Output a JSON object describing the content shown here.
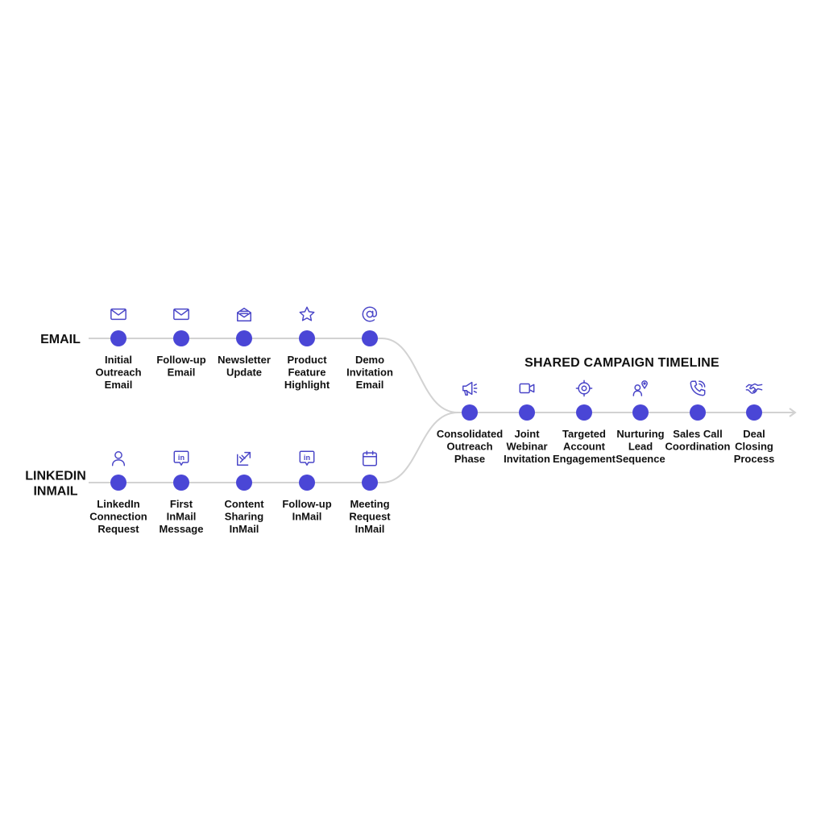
{
  "colors": {
    "accent": "#4a46d6",
    "icon": "#4a46c8",
    "connector": "#d2d2d2",
    "text": "#111111"
  },
  "lanes": {
    "email": {
      "label_lines": [
        "EMAIL"
      ],
      "nodes": [
        {
          "label_lines": [
            "Initial",
            "Outreach",
            "Email"
          ],
          "icon": "mail-icon"
        },
        {
          "label_lines": [
            "Follow-up",
            "Email"
          ],
          "icon": "mail-icon"
        },
        {
          "label_lines": [
            "Newsletter",
            "Update"
          ],
          "icon": "newsletter-icon"
        },
        {
          "label_lines": [
            "Product",
            "Feature",
            "Highlight"
          ],
          "icon": "star-icon"
        },
        {
          "label_lines": [
            "Demo",
            "Invitation",
            "Email"
          ],
          "icon": "at-sign-icon"
        }
      ]
    },
    "linkedin": {
      "label_lines": [
        "LINKEDIN",
        "INMAIL"
      ],
      "nodes": [
        {
          "label_lines": [
            "LinkedIn",
            "Connection",
            "Request"
          ],
          "icon": "user-icon"
        },
        {
          "label_lines": [
            "First",
            "InMail",
            "Message"
          ],
          "icon": "linkedin-message-icon"
        },
        {
          "label_lines": [
            "Content",
            "Sharing",
            "InMail"
          ],
          "icon": "share-icon"
        },
        {
          "label_lines": [
            "Follow-up",
            "InMail"
          ],
          "icon": "linkedin-message-icon"
        },
        {
          "label_lines": [
            "Meeting",
            "Request",
            "InMail"
          ],
          "icon": "calendar-icon"
        }
      ]
    }
  },
  "shared": {
    "title": "SHARED CAMPAIGN TIMELINE",
    "nodes": [
      {
        "label_lines": [
          "Consolidated",
          "Outreach",
          "Phase"
        ],
        "icon": "megaphone-icon"
      },
      {
        "label_lines": [
          "Joint",
          "Webinar",
          "Invitation"
        ],
        "icon": "video-camera-icon"
      },
      {
        "label_lines": [
          "Targeted",
          "Account",
          "Engagement"
        ],
        "icon": "target-icon"
      },
      {
        "label_lines": [
          "Nurturing",
          "Lead",
          "Sequence"
        ],
        "icon": "user-location-icon"
      },
      {
        "label_lines": [
          "Sales Call",
          "Coordination"
        ],
        "icon": "phone-call-icon"
      },
      {
        "label_lines": [
          "Deal",
          "Closing",
          "Process"
        ],
        "icon": "handshake-icon"
      }
    ]
  }
}
